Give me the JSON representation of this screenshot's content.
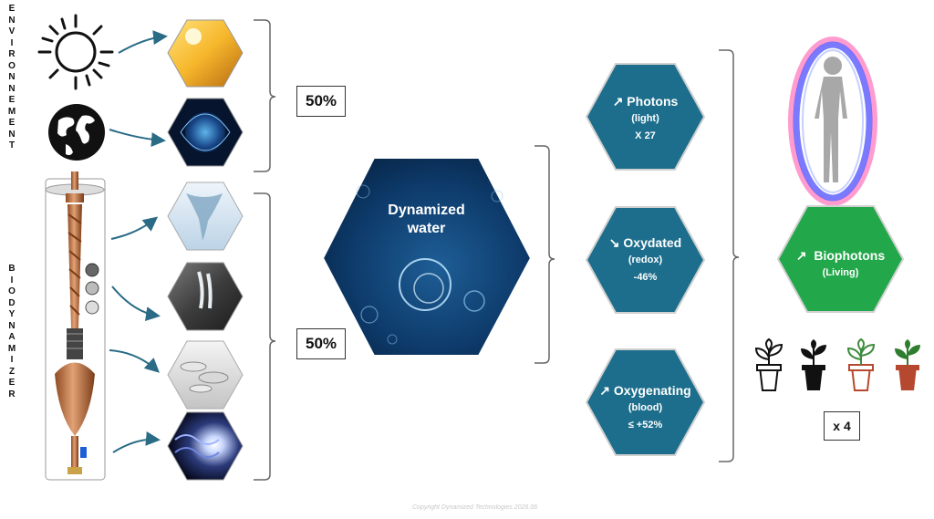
{
  "labels": {
    "environment": [
      "E",
      "N",
      "V",
      "I",
      "R",
      "O",
      "N",
      "N",
      "E",
      "M",
      "E",
      "N",
      "T"
    ],
    "biodynamizer": [
      "B",
      "I",
      "O",
      "D",
      "Y",
      "N",
      "A",
      "M",
      "I",
      "Z",
      "E",
      "R"
    ]
  },
  "percent_top": "50%",
  "percent_bottom": "50%",
  "center": {
    "line1": "Dynamized",
    "line2": "water"
  },
  "effects": [
    {
      "title": "↗ Photons",
      "sub": "(light)",
      "value": "X 27"
    },
    {
      "title": "↘ Oxydated",
      "sub": "(redox)",
      "value": "-46%"
    },
    {
      "title": "↗ Oxygenating",
      "sub": "(blood)",
      "value": "≤ +52%"
    }
  ],
  "biophotons": {
    "title": "↗  Biophotons",
    "sub": "(Living)"
  },
  "multiplier": "x 4",
  "copyright": "Copyright Dynamized Technologies 2026.06",
  "colors": {
    "blue_hex": "#1c6e8c",
    "green_hex": "#22a84a",
    "arrow": "#2a6b86"
  },
  "icons": [
    "sun-icon",
    "globe-icon",
    "biodynamizer-device",
    "sunlight-image",
    "earth-field-image",
    "vortex-image",
    "waterfall-image",
    "magnets-image",
    "light-spiral-image",
    "human-aura-image",
    "plant-icon"
  ]
}
